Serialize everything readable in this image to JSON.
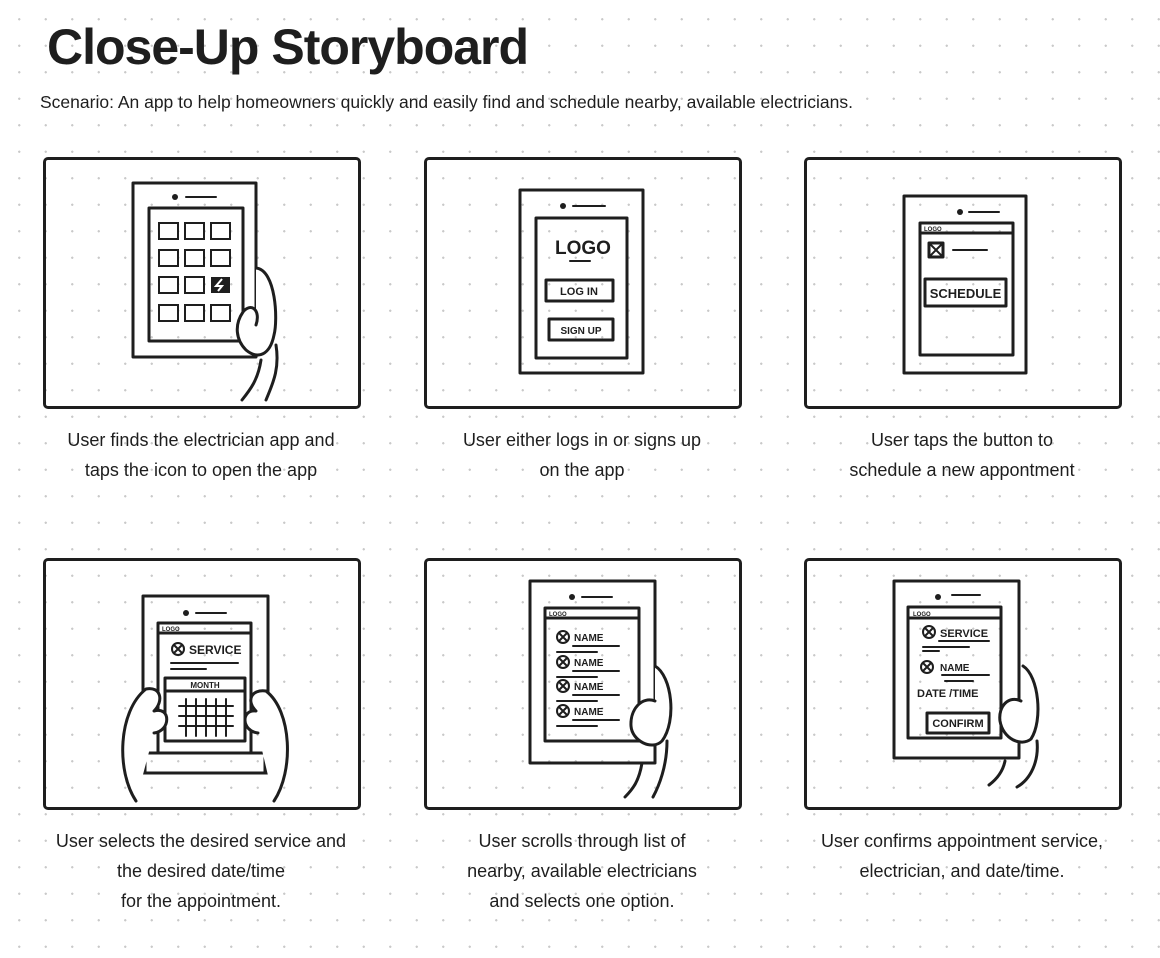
{
  "title": "Close-Up Storyboard",
  "scenario": "Scenario: An app to help homeowners quickly and easily find and schedule nearby, available electricians.",
  "panels": [
    {
      "caption": [
        "User finds the electrician app and",
        "taps the icon to open the app"
      ]
    },
    {
      "caption": [
        "User either logs in or signs up",
        "on the app"
      ],
      "sketch": {
        "logo": "LOGO",
        "login": "LOG IN",
        "signup": "SIGN UP"
      }
    },
    {
      "caption": [
        "User taps the button to",
        "schedule a new appontment"
      ],
      "sketch": {
        "logo": "LOGO",
        "button": "SCHEDULE"
      }
    },
    {
      "caption": [
        "User selects the desired service and",
        "the desired date/time",
        "for the appointment."
      ],
      "sketch": {
        "logo": "LOGO",
        "service": "SERVICE",
        "month": "MONTH"
      }
    },
    {
      "caption": [
        "User scrolls through list of",
        "nearby, available electricians",
        "and selects one option."
      ],
      "sketch": {
        "logo": "LOGO",
        "names": [
          "NAME",
          "NAME",
          "NAME",
          "NAME"
        ]
      }
    },
    {
      "caption": [
        "User confirms appointment service,",
        "electrician, and date/time."
      ],
      "sketch": {
        "logo": "LOGO",
        "service": "SERVICE",
        "name": "NAME",
        "datetime": "DATE /TIME",
        "button": "CONFIRM"
      }
    }
  ]
}
